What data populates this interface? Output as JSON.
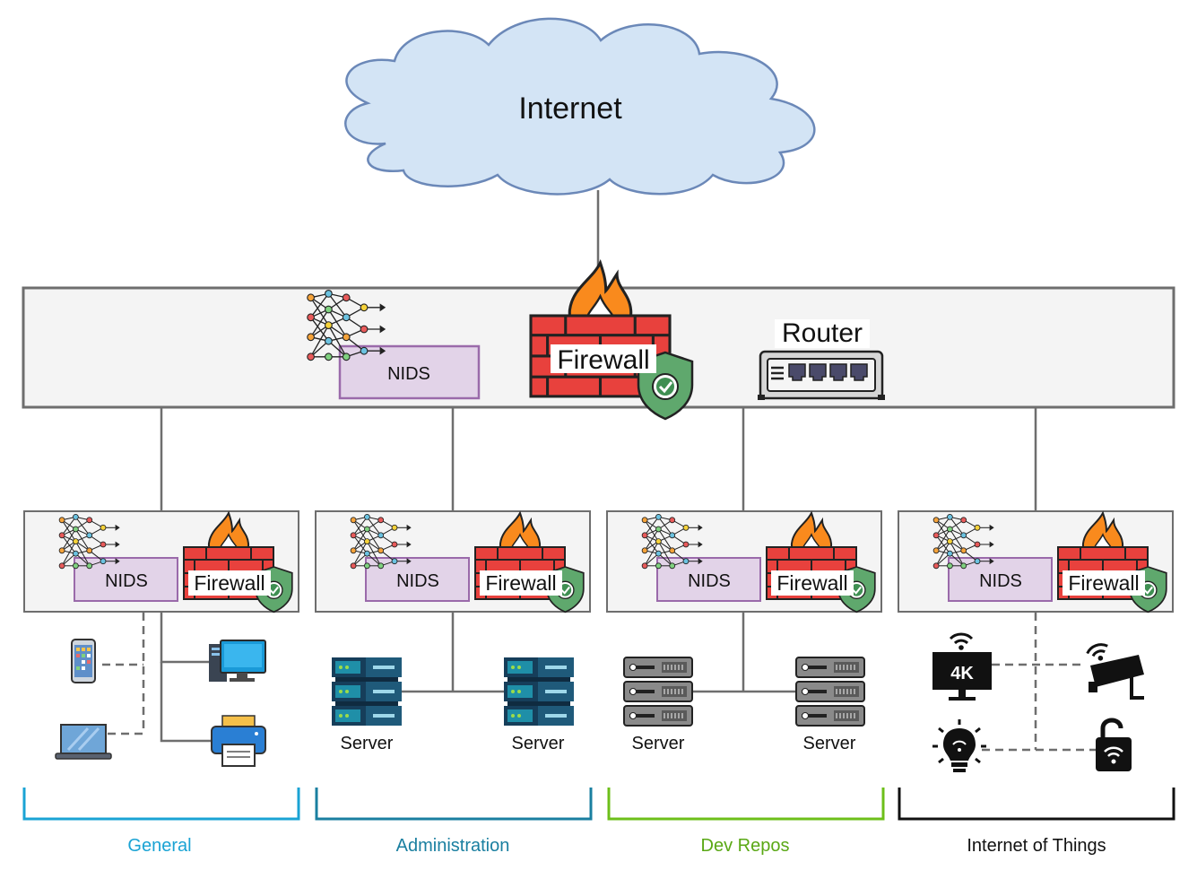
{
  "cloud": {
    "label": "Internet"
  },
  "core": {
    "nids_label": "NIDS",
    "firewall_label": "Firewall",
    "router_label": "Router"
  },
  "subnets": [
    {
      "name": "General",
      "nids_label": "NIDS",
      "firewall_label": "Firewall",
      "color": "#1aa3d4"
    },
    {
      "name": "Administration",
      "nids_label": "NIDS",
      "firewall_label": "Firewall",
      "color": "#1a7fa0",
      "server_left": "Server",
      "server_right": "Server"
    },
    {
      "name": "Dev Repos",
      "nids_label": "NIDS",
      "firewall_label": "Firewall",
      "color": "#6dbf1a",
      "server_left": "Server",
      "server_right": "Server"
    },
    {
      "name": "Internet of Things",
      "nids_label": "NIDS",
      "firewall_label": "Firewall",
      "color": "#111111"
    }
  ],
  "iot": {
    "tv_label": "4K"
  },
  "colors": {
    "nids_fill": "#e2d3e8",
    "nids_stroke": "#9a6aaa",
    "panel_fill": "#f4f4f4",
    "panel_stroke": "#6e6e6e",
    "brick": "#e8413d",
    "flame": "#f98a1d",
    "shield": "#5fa86d"
  }
}
